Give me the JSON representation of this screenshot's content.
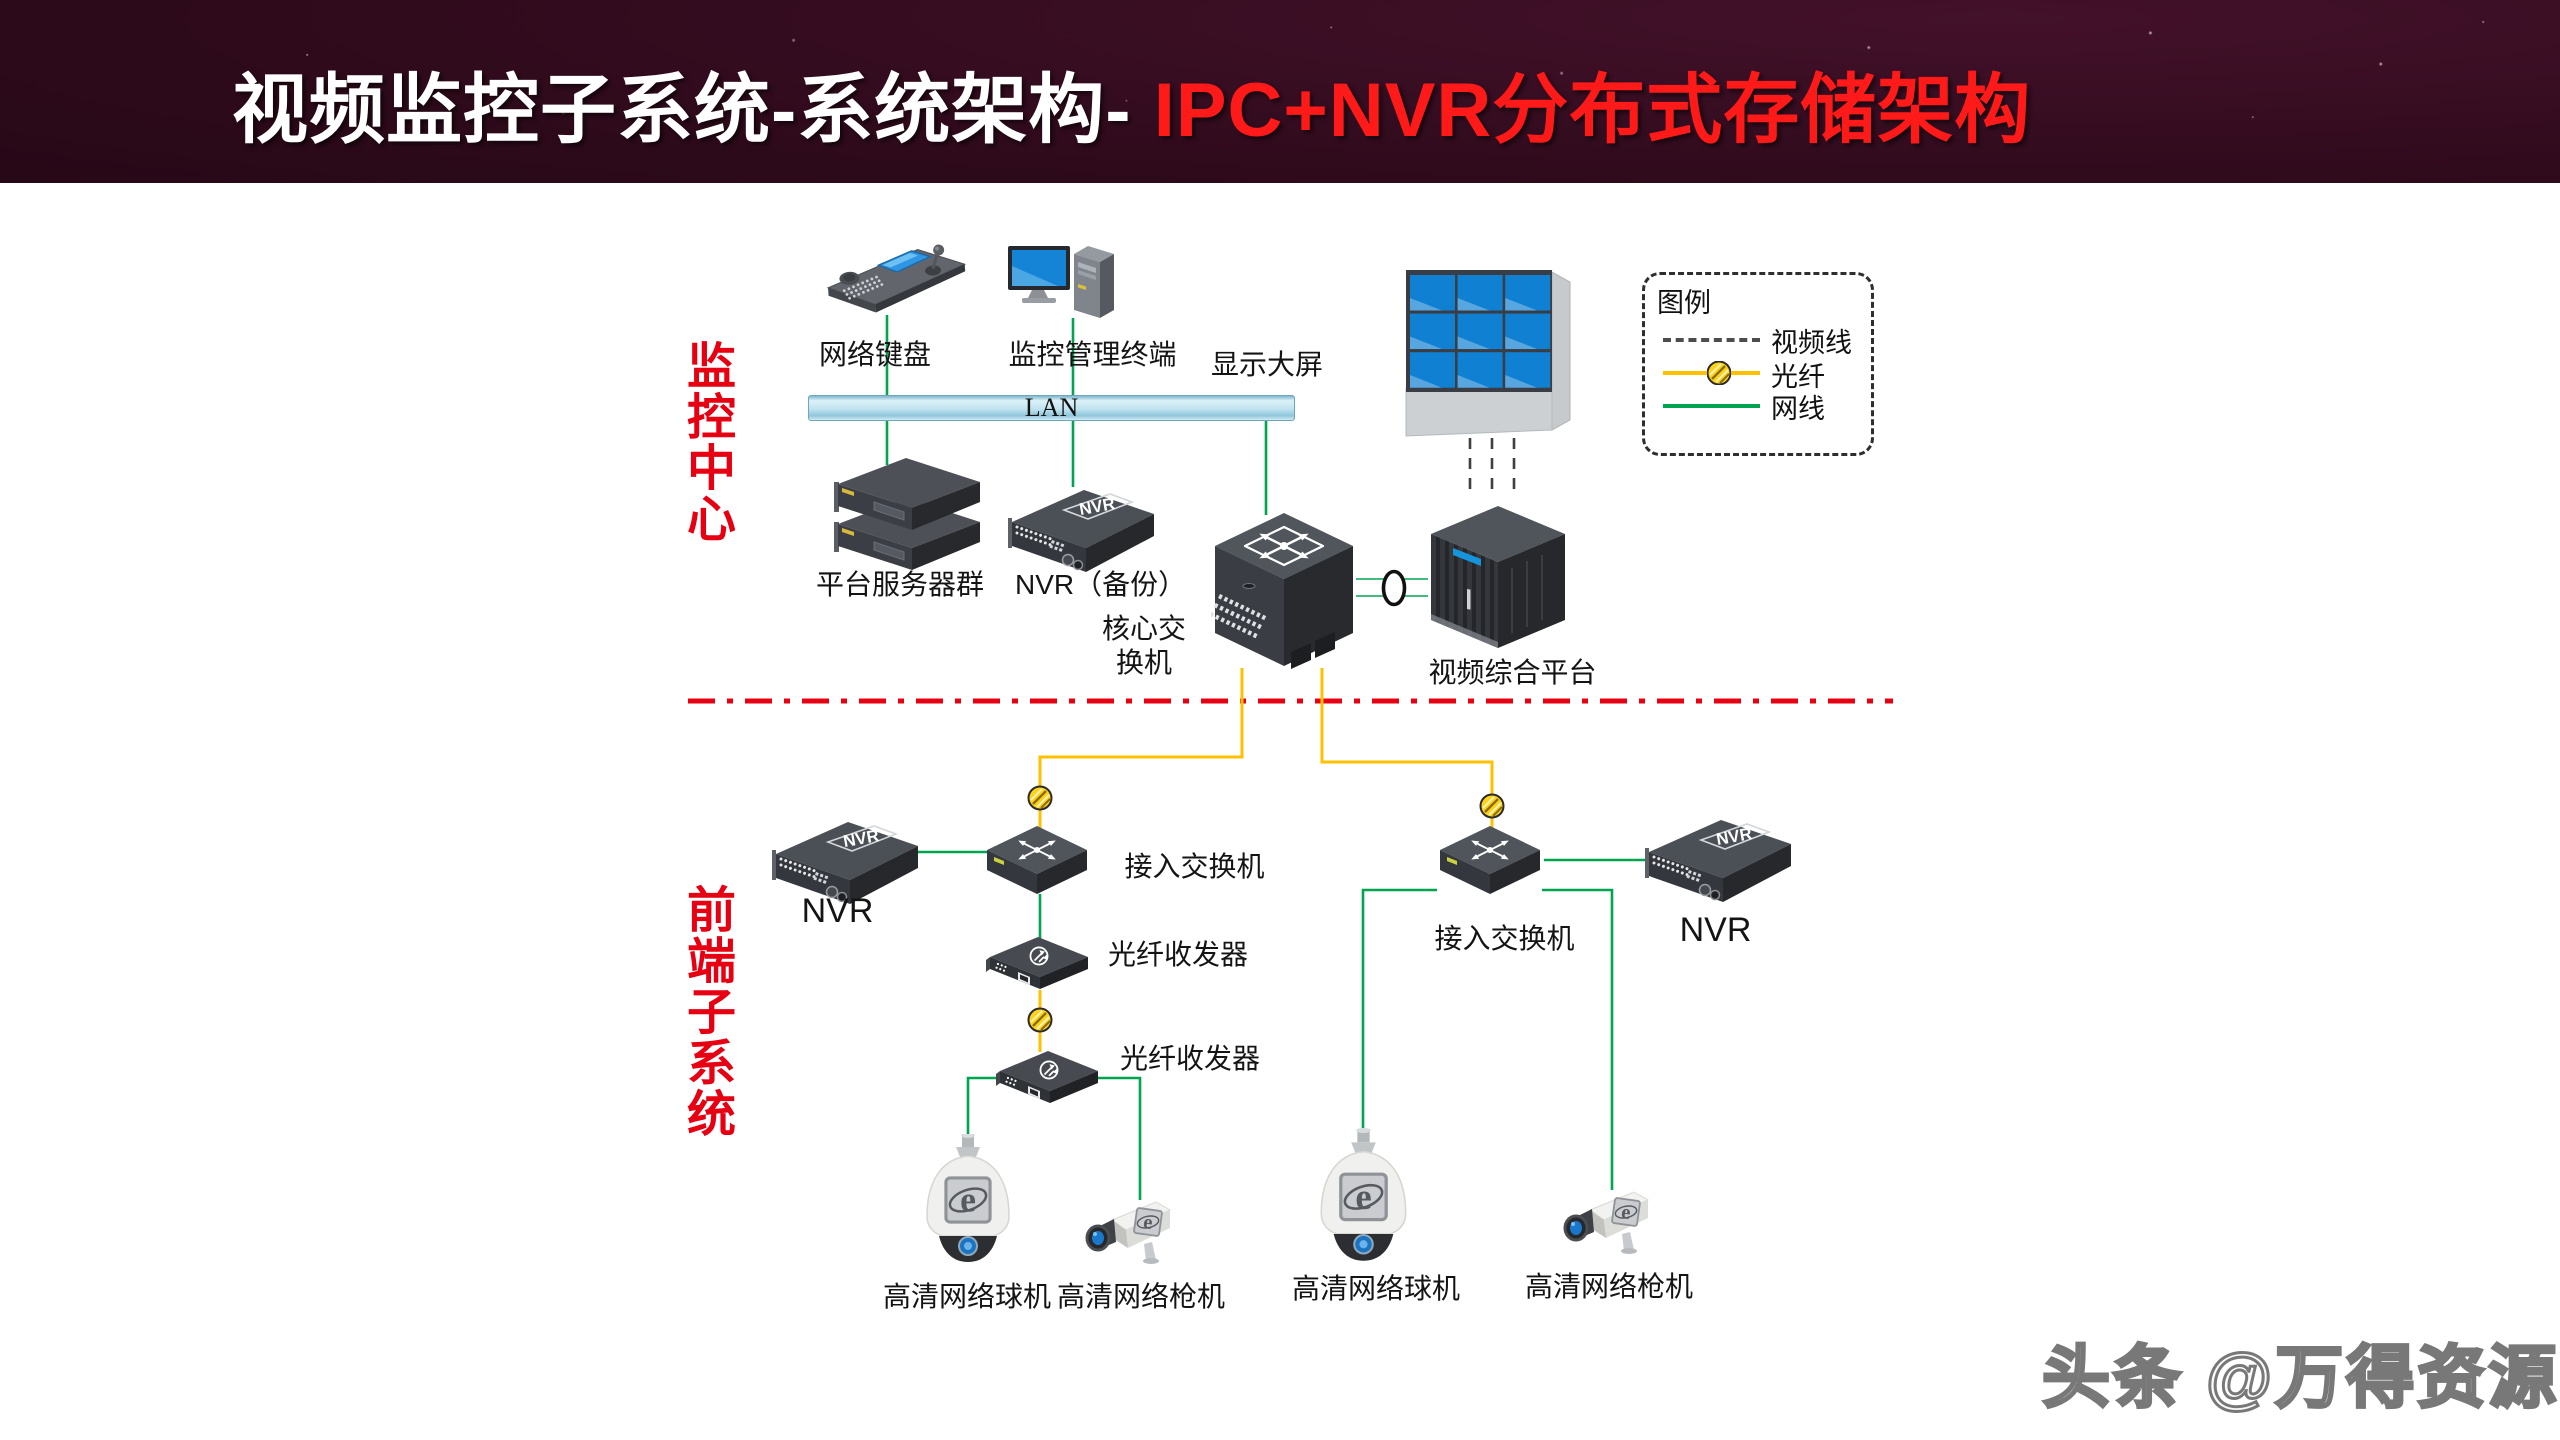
{
  "header": {
    "title_white": "视频监控子系统-系统架构-",
    "title_red": " IPC+NVR分布式存储架构"
  },
  "sections": {
    "monitoring_center": "监控中心",
    "frontend_subsystem": "前端子系统"
  },
  "lan": {
    "label": "LAN"
  },
  "legend": {
    "title": "图例",
    "video_line": "视频线",
    "fiber": "光纤",
    "ethernet": "网线"
  },
  "labels": {
    "network_keyboard": "网络键盘",
    "management_terminal": "监控管理终端",
    "display_wall": "显示大屏",
    "platform_servers": "平台服务器群",
    "nvr_backup": "NVR（备份）",
    "core_switch": "核心交换机",
    "video_platform": "视频综合平台",
    "nvr": "NVR",
    "access_switch": "接入交换机",
    "fiber_transceiver": "光纤收发器",
    "dome_camera": "高清网络球机",
    "bullet_camera": "高清网络枪机"
  },
  "badges": {
    "nvr": "NVR"
  },
  "icons": {
    "camera_logo": "e"
  },
  "watermark": "头条 @万得资源",
  "colors": {
    "ethernet_green": "#00a550",
    "fiber_yellow": "#ffc000",
    "video_gray": "#3f3f3f",
    "divider_red": "#e60012",
    "accent_red": "#e60012",
    "title_red": "#ff1a1a"
  }
}
